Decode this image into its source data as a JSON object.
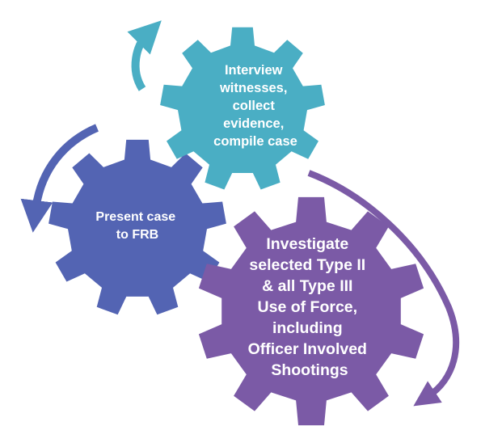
{
  "gears": [
    {
      "name": "gear-investigate",
      "color": "#7b5aa6",
      "lines": [
        "Investigate",
        "selected Type II",
        "& all Type III",
        "Use of Force,",
        "including",
        "Officer Involved",
        "Shootings"
      ]
    },
    {
      "name": "gear-present-case",
      "color": "#5364b3",
      "lines": [
        "Present case",
        "to FRB"
      ]
    },
    {
      "name": "gear-interview",
      "color": "#4aaec4",
      "lines": [
        "Interview",
        "witnesses,",
        "collect",
        "evidence,",
        "compile case"
      ]
    }
  ],
  "arrows": [
    {
      "name": "arrow-investigate-to-interview",
      "color": "#7b5aa6"
    },
    {
      "name": "arrow-interview-to-present",
      "color": "#4aaec4"
    },
    {
      "name": "arrow-present-to-investigate",
      "color": "#5364b3"
    }
  ]
}
